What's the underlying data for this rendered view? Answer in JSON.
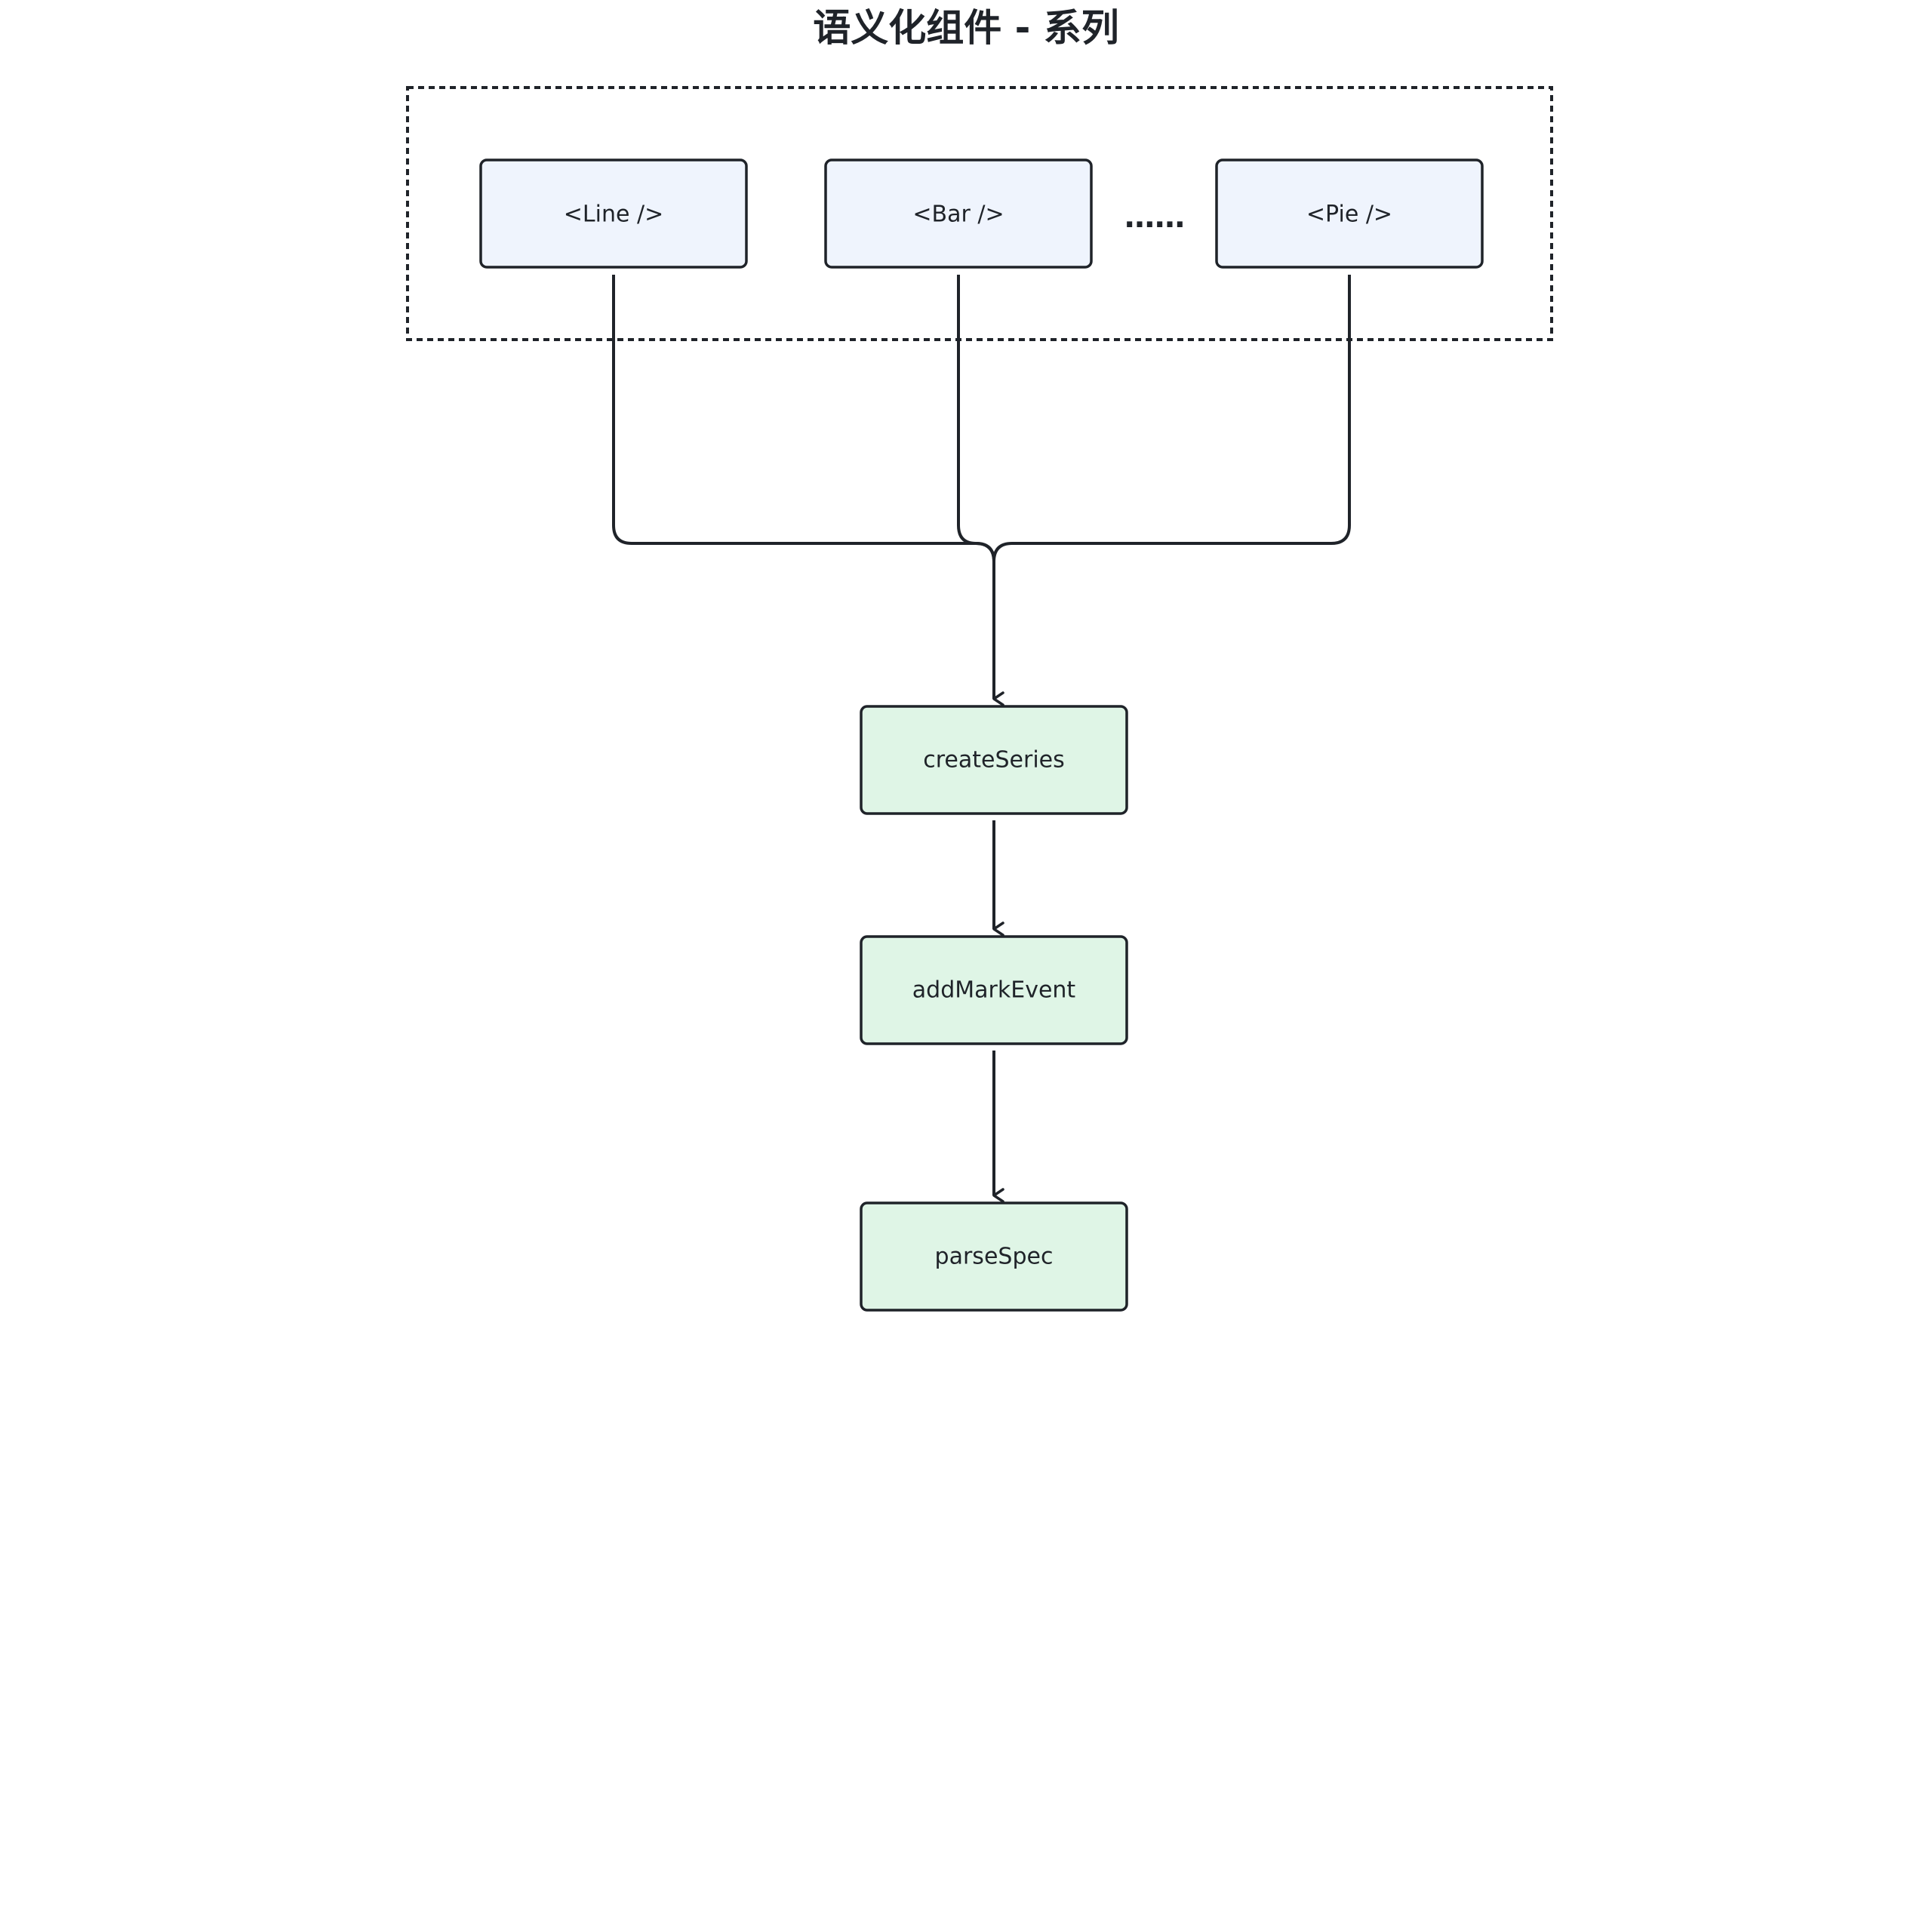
{
  "title": "语义化组件 - 系列",
  "colors": {
    "component_fill": "#eff4fd",
    "process_fill": "#dff5e6",
    "stroke": "#1f2329"
  },
  "components": [
    {
      "id": "line",
      "label": "<Line />"
    },
    {
      "id": "bar",
      "label": "<Bar />"
    },
    {
      "id": "pie",
      "label": "<Pie />"
    }
  ],
  "ellipsis": "……",
  "steps": [
    {
      "id": "create-series",
      "label": "createSeries"
    },
    {
      "id": "add-mark-event",
      "label": "addMarkEvent"
    },
    {
      "id": "parse-spec",
      "label": "parseSpec"
    }
  ]
}
